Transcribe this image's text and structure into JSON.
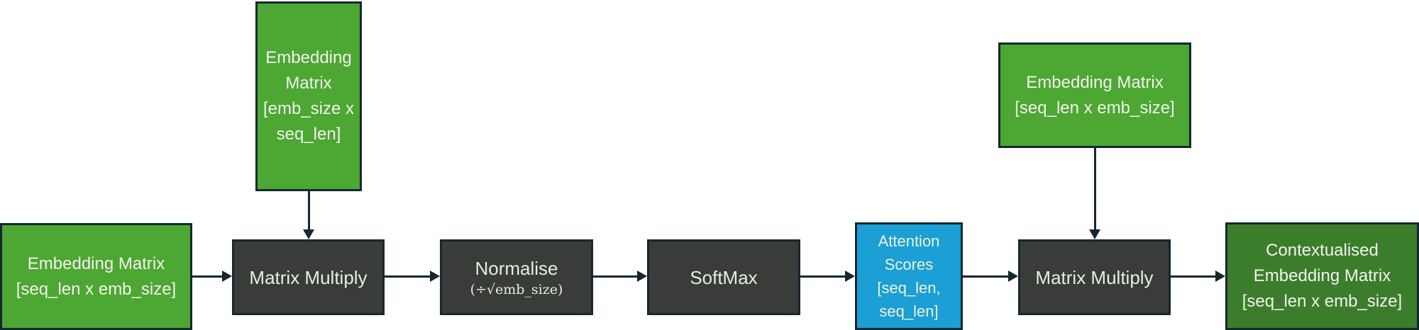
{
  "colors": {
    "background": "#FFFFFF",
    "green": "#4CA733",
    "dark_green": "#3B7D2B",
    "charcoal": "#3A3C3A",
    "blue": "#1B9FD4",
    "border": "#152731",
    "arrow": "#152731",
    "text_on_green": "#F4F2EC",
    "text_on_dark": "#E3F0DC",
    "text_on_blue": "#EFF2DA"
  },
  "nodes": {
    "left_embedding": {
      "lines": [
        "Embedding Matrix",
        "[seq_len x emb_size]"
      ]
    },
    "top_embedding": {
      "lines": [
        "Embedding",
        "Matrix",
        "[emb_size x",
        "seq_len]"
      ]
    },
    "matrix_multiply_1": {
      "lines": [
        "Matrix Multiply"
      ]
    },
    "normalise": {
      "label": "Normalise",
      "sublabel": "(÷√emb_size)"
    },
    "softmax": {
      "lines": [
        "SoftMax"
      ]
    },
    "attention_scores": {
      "lines": [
        "Attention",
        "Scores",
        "[seq_len,",
        "seq_len]"
      ]
    },
    "matrix_multiply_2": {
      "lines": [
        "Matrix Multiply"
      ]
    },
    "top_right_embedding": {
      "lines": [
        "Embedding Matrix",
        "[seq_len x emb_size]"
      ]
    },
    "contextualised_embedding": {
      "lines": [
        "Contextualised",
        "Embedding Matrix",
        "[seq_len x emb_size]"
      ]
    }
  }
}
